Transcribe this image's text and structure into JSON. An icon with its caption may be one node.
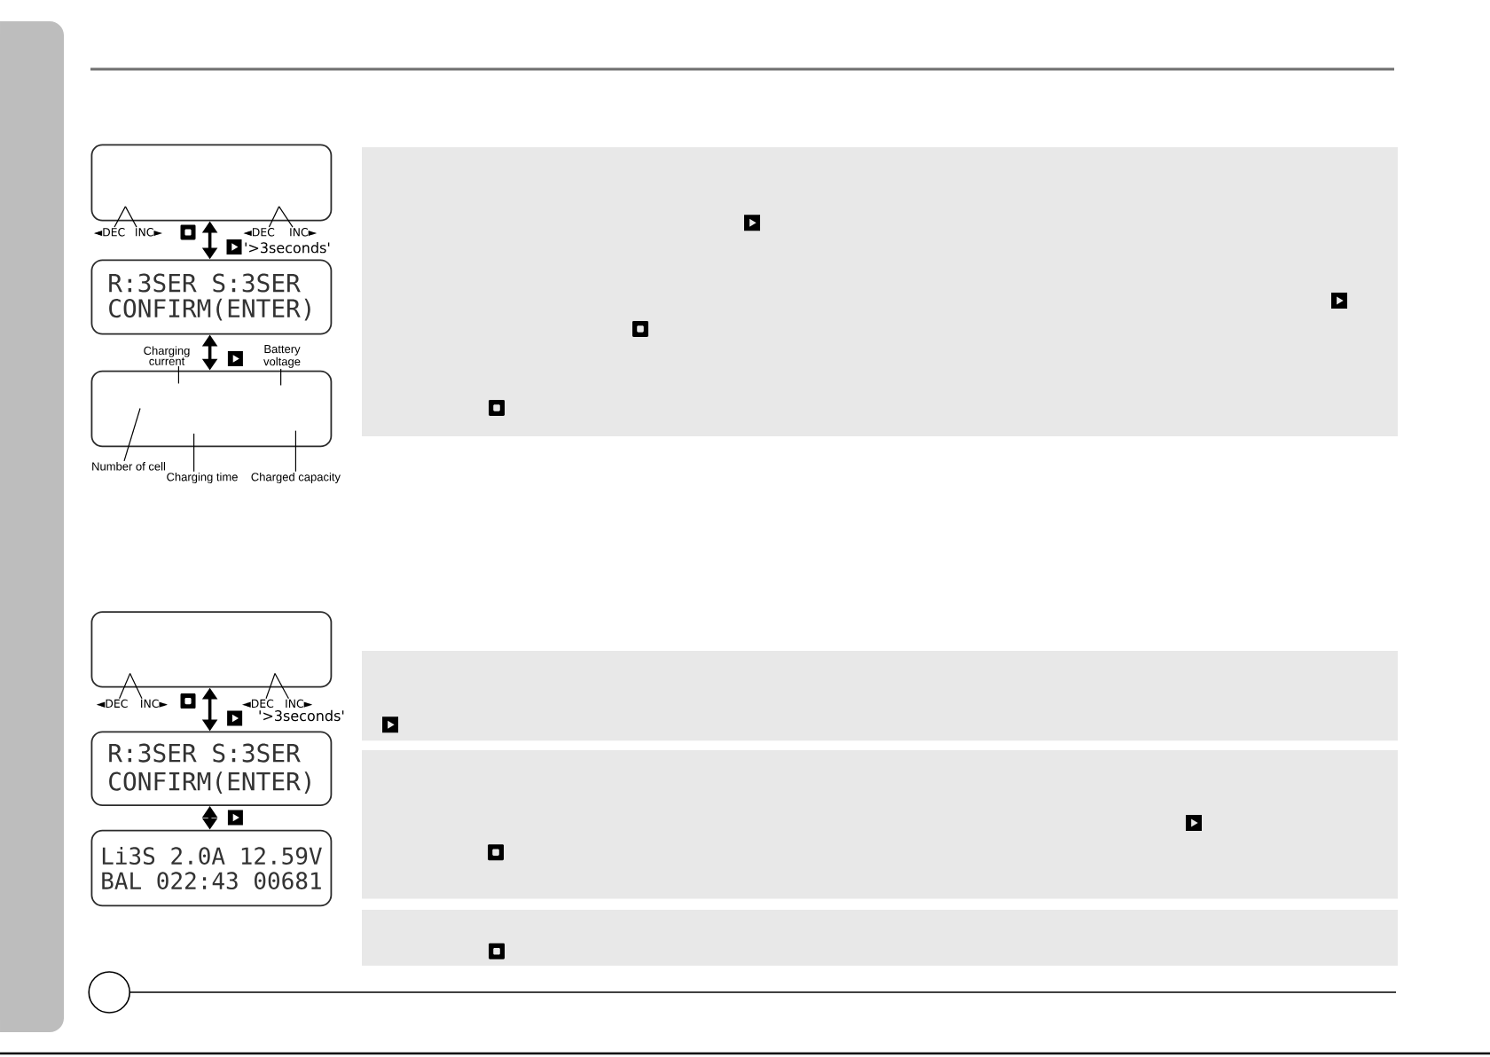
{
  "diagram": {
    "nodes": [
      {
        "text": [],
        "shape": "box"
      },
      {
        "text": [
          "◄DEC"
        ]
      },
      {
        "text": [
          "INC►"
        ]
      },
      {
        "text": [
          "◄DEC"
        ]
      },
      {
        "text": [
          "INC►"
        ]
      },
      {
        "text": [
          "R:3SER S:3SER",
          "CONFIRM(ENTER)"
        ]
      },
      {
        "text": [
          "Charging current"
        ]
      },
      {
        "text": [
          "Battery voltage"
        ]
      },
      {
        "text": [],
        "shape": "box"
      },
      {
        "text": [
          "Number of cell"
        ]
      },
      {
        "text": [
          "Charging time"
        ]
      },
      {
        "text": [
          "Charged capacity"
        ]
      },
      {
        "text": [],
        "shape": "box"
      },
      {
        "text": [],
        "shape": "box"
      },
      {
        "text": [
          "◄DEC"
        ]
      },
      {
        "text": [
          "INC►"
        ]
      },
      {
        "text": [
          "◄DEC"
        ]
      },
      {
        "text": [
          "INC►"
        ]
      },
      {
        "text": [
          "R:3SER S:3SER",
          "CONFIRM(ENTER)"
        ]
      },
      {
        "text": [
          "Li3S 2.0A 12.59V",
          "BAL 022:43 00681"
        ]
      },
      {
        "text": [],
        "shape": "box"
      },
      {
        "text": [],
        "shape": "box"
      },
      {
        "text": [],
        "shape": "box"
      },
      {
        "text": [],
        "shape": "box"
      }
    ],
    "edges": [
      {
        "from": 0,
        "to": 5,
        "arrow": "both"
      },
      {
        "from": 5,
        "to": 8,
        "arrow": "both"
      },
      {
        "from": 1,
        "to": 0,
        "arrow": "none"
      },
      {
        "from": 2,
        "to": 0,
        "arrow": "none"
      },
      {
        "from": 3,
        "to": 0,
        "arrow": "none"
      },
      {
        "from": 4,
        "to": 0,
        "arrow": "none"
      },
      {
        "from": 6,
        "to": 8,
        "arrow": "none"
      },
      {
        "from": 7,
        "to": 8,
        "arrow": "none"
      },
      {
        "from": 9,
        "to": 8,
        "arrow": "none"
      },
      {
        "from": 10,
        "to": 8,
        "arrow": "none"
      },
      {
        "from": 11,
        "to": 8,
        "arrow": "none"
      },
      {
        "from": 13,
        "to": 18,
        "arrow": "both"
      },
      {
        "from": 18,
        "to": 19,
        "arrow": "both"
      },
      {
        "from": 14,
        "to": 13,
        "arrow": "none"
      },
      {
        "from": 15,
        "to": 13,
        "arrow": "none"
      },
      {
        "from": 16,
        "to": 13,
        "arrow": "none"
      },
      {
        "from": 17,
        "to": 13,
        "arrow": "none"
      }
    ],
    "labels": [
      "'>3seconds'",
      "'>3seconds'"
    ]
  }
}
